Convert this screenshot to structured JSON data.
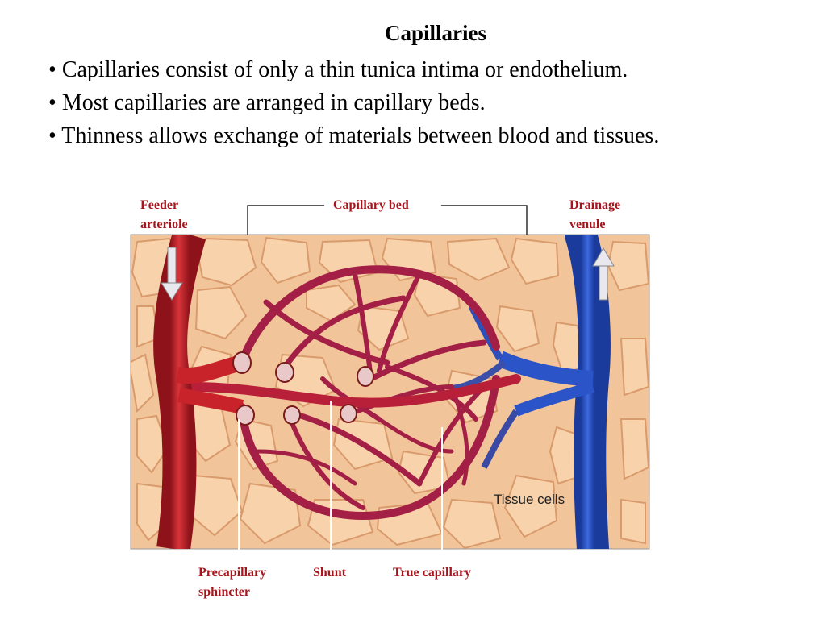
{
  "slide": {
    "title": "Capillaries",
    "bullets": [
      "Capillaries consist of only a thin tunica intima or endothelium.",
      "Most capillaries are arranged in capillary beds.",
      "Thinness allows exchange of materials between blood and tissues."
    ]
  },
  "diagram": {
    "labels": {
      "feeder_line1": "Feeder",
      "feeder_line2": "arteriole",
      "capillary_bed": "Capillary bed",
      "drainage_line1": "Drainage",
      "drainage_line2": "venule",
      "precapillary_line1": "Precapillary",
      "precapillary_line2": "sphincter",
      "shunt": "Shunt",
      "true_capillary": "True capillary",
      "tissue_cells": "Tissue cells"
    },
    "colors": {
      "tissue_bg": "#f2c49a",
      "cell_fill": "#f7d2ab",
      "cell_stroke": "#d99a6c",
      "arteriole": "#c8232b",
      "capillary": "#a31f45",
      "venule": "#2a54c8",
      "label_red": "#a8141c",
      "sphincter": "#e8c8c8"
    }
  }
}
